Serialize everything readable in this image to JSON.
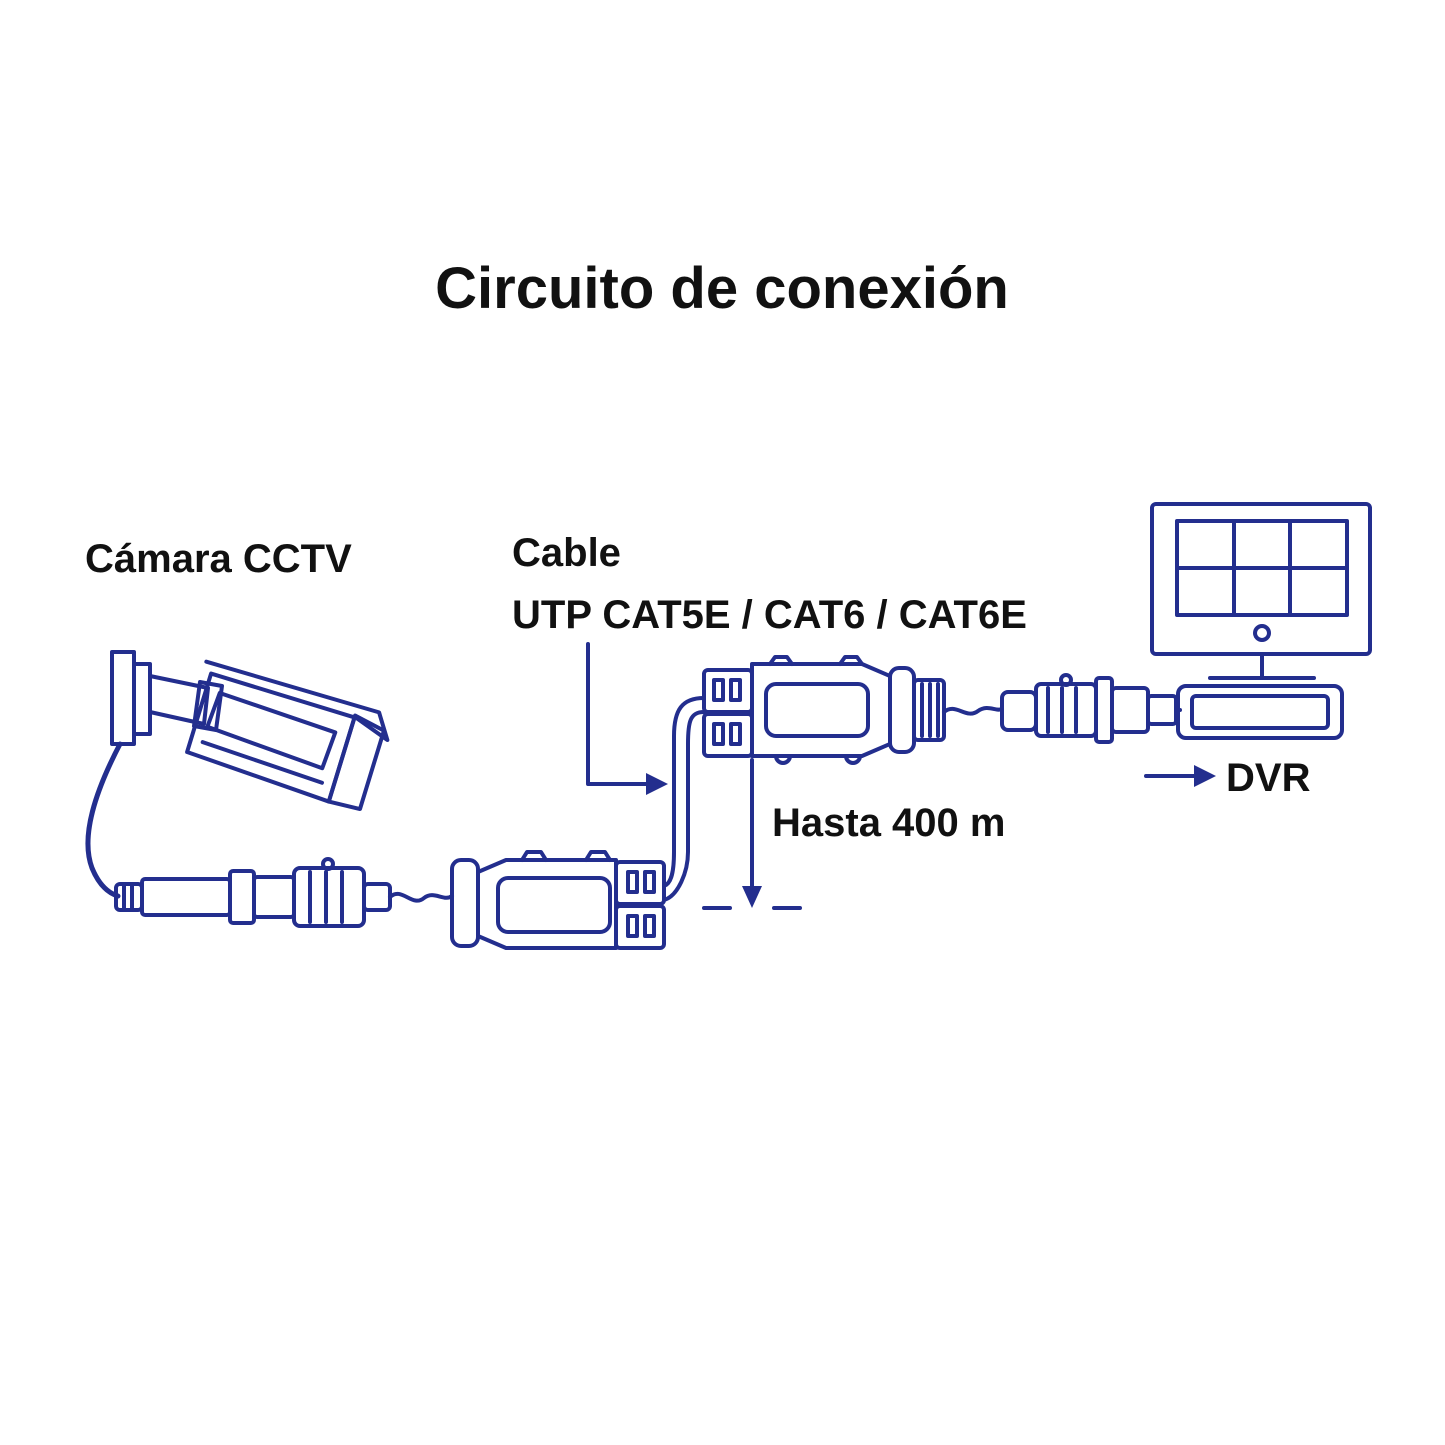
{
  "title": "Circuito de conexión",
  "labels": {
    "camera": "Cámara CCTV",
    "cable_line1": "Cable",
    "cable_line2": "UTP CAT5E / CAT6 / CAT6E",
    "distance": "Hasta 400 m",
    "dvr": "DVR"
  },
  "colors": {
    "diagram_line": "#232e8e",
    "text": "#111111",
    "background": "#ffffff"
  }
}
